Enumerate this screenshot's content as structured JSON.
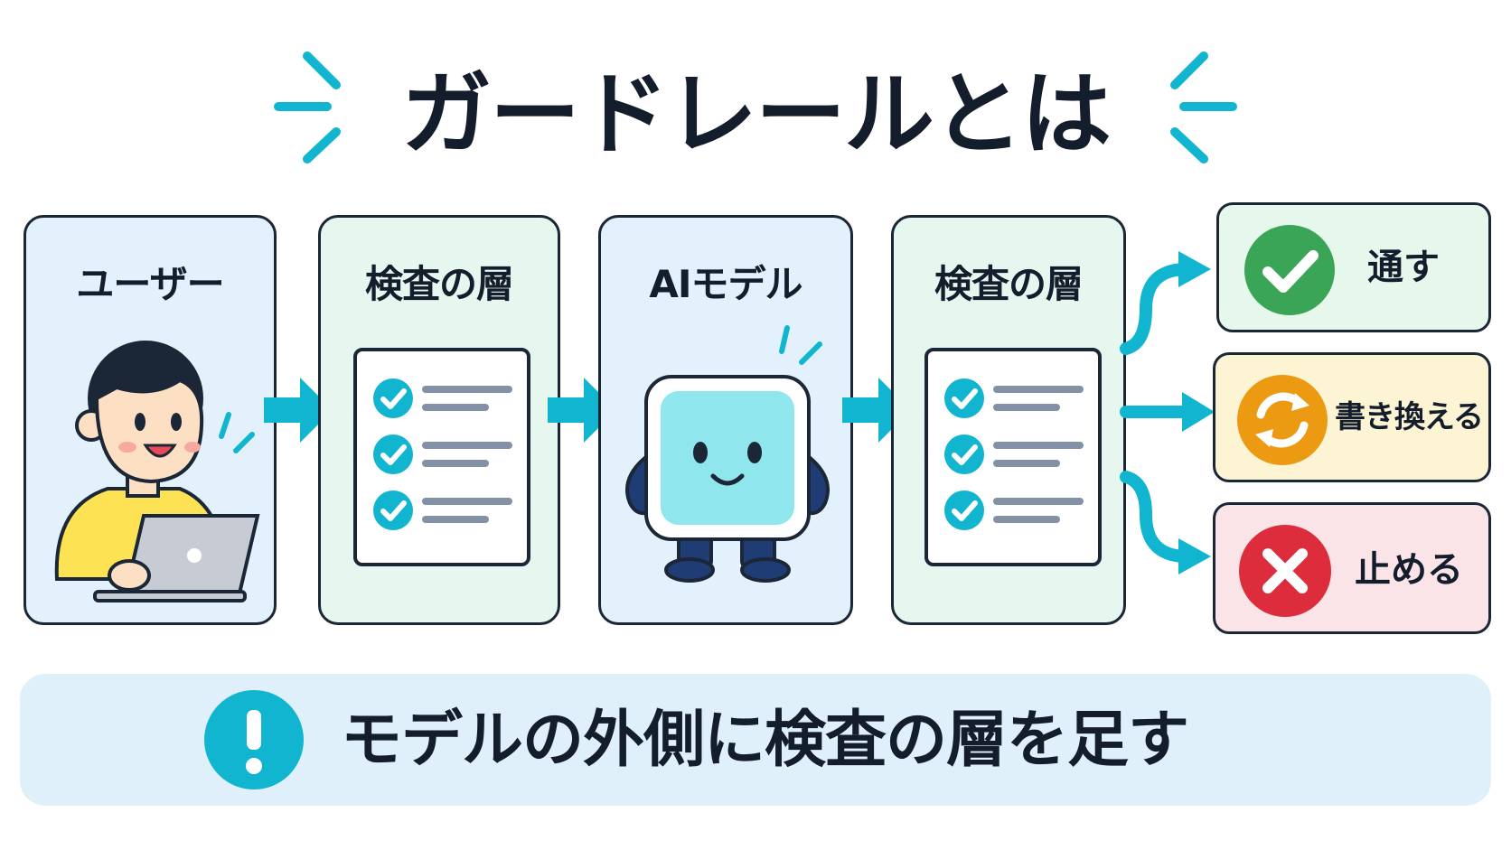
{
  "title": "ガードレールとは",
  "stages": [
    {
      "label": "ユーザー"
    },
    {
      "label": "検査の層"
    },
    {
      "label": "AIモデル"
    },
    {
      "label": "検査の層"
    }
  ],
  "outcomes": [
    {
      "label": "通す",
      "status": "pass"
    },
    {
      "label": "書き換える",
      "status": "rewrite"
    },
    {
      "label": "止める",
      "status": "block"
    }
  ],
  "footer": {
    "text": "モデルの外側に検査の層を足す"
  },
  "colors": {
    "accent": "#11b5cf",
    "pass": "#3aa556",
    "rewrite": "#ec9a12",
    "block": "#dd2d3d",
    "outline": "#1b2636"
  }
}
